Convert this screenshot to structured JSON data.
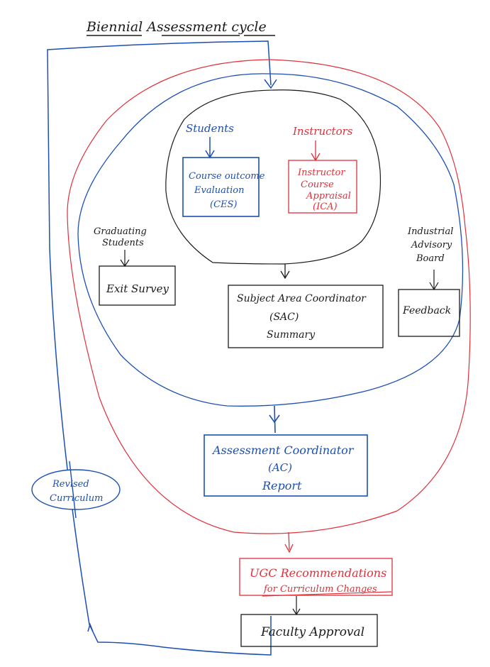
{
  "title": "Biennial Assessment cycle",
  "colors": {
    "blue": "#1c4fb4",
    "red": "#e0303a",
    "black": "#1a1a1a",
    "background": "#ffffff"
  },
  "nodes": {
    "students": {
      "label": "Students"
    },
    "instructors": {
      "label": "Instructors"
    },
    "ces": {
      "lines": [
        "Course outcome",
        "Evaluation",
        "(CES)"
      ]
    },
    "ica": {
      "lines": [
        "Instructor",
        "Course",
        "Appraisal",
        "(ICA)"
      ]
    },
    "graduating_students": {
      "lines": [
        "Graduating",
        "Students"
      ]
    },
    "exit_survey": {
      "label": "Exit Survey"
    },
    "industrial_advisory_board": {
      "lines": [
        "Industrial",
        "Advisory",
        "Board"
      ]
    },
    "feedback": {
      "label": "Feedback"
    },
    "sac": {
      "lines": [
        "Subject Area Coordinator",
        "(SAC)",
        "Summary"
      ]
    },
    "ac": {
      "lines": [
        "Assessment Coordinator",
        "(AC)",
        "Report"
      ]
    },
    "ugc": {
      "lines": [
        "UGC Recommendations",
        "for Curriculum Changes"
      ]
    },
    "faculty_approval": {
      "label": "Faculty Approval"
    },
    "revised_curriculum": {
      "lines": [
        "Revised",
        "Curriculum"
      ]
    }
  },
  "edges": [
    {
      "from": "students",
      "to": "ces"
    },
    {
      "from": "instructors",
      "to": "ica"
    },
    {
      "from": "graduating_students",
      "to": "exit_survey"
    },
    {
      "from": "industrial_advisory_board",
      "to": "feedback"
    },
    {
      "from": "inner-loop",
      "to": "sac"
    },
    {
      "from": "blue-loop",
      "to": "ac"
    },
    {
      "from": "red-loop",
      "to": "ugc"
    },
    {
      "from": "ugc",
      "to": "faculty_approval"
    },
    {
      "from": "faculty_approval",
      "to": "revised_curriculum"
    },
    {
      "from": "revised_curriculum",
      "to": "inner-loop"
    }
  ]
}
